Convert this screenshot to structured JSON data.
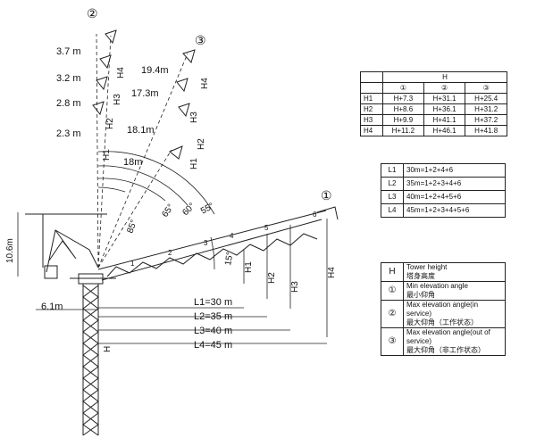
{
  "positions": {
    "p1": "①",
    "p2": "②",
    "p3": "③"
  },
  "hook_heights": {
    "h37": "3.7 m",
    "h32": "3.2 m",
    "h28": "2.8 m",
    "h23": "2.3 m"
  },
  "jib_lengths": {
    "j194": "19.4m",
    "j173": "17.3m",
    "j181": "18.1m",
    "j18": "18m"
  },
  "angles": {
    "a85": "85°",
    "a65": "65°",
    "a60": "60°",
    "a55": "55°",
    "a15": "15°"
  },
  "h_labels": {
    "h1": "H1",
    "h2": "H2",
    "h3": "H3",
    "h4": "H4",
    "h": "H"
  },
  "dims": {
    "height": "10.6m",
    "counter_jib": "6.1m"
  },
  "segments": [
    "1",
    "2",
    "3",
    "4",
    "5",
    "6"
  ],
  "radii": {
    "l1": "L1=30 m",
    "l2": "L2=35 m",
    "l3": "L3=40 m",
    "l4": "L4=45 m"
  },
  "h_table": {
    "title": "H",
    "cols": [
      "①",
      "②",
      "③"
    ],
    "rows": [
      {
        "label": "H1",
        "v": [
          "H+7.3",
          "H+31.1",
          "H+25.4"
        ]
      },
      {
        "label": "H2",
        "v": [
          "H+8.6",
          "H+36.1",
          "H+31.2"
        ]
      },
      {
        "label": "H3",
        "v": [
          "H+9.9",
          "H+41.1",
          "H+37.2"
        ]
      },
      {
        "label": "H4",
        "v": [
          "H+11.2",
          "H+46.1",
          "H+41.8"
        ]
      }
    ]
  },
  "l_table": [
    {
      "label": "L1",
      "value": "30m=1+2+4+6"
    },
    {
      "label": "L2",
      "value": "35m=1+2+3+4+6"
    },
    {
      "label": "L3",
      "value": "40m=1+2+4+5+6"
    },
    {
      "label": "L4",
      "value": "45m=1+2+3+4+5+6"
    }
  ],
  "legend": [
    {
      "sym": "H",
      "en": "Tower height",
      "cn": "塔身高度"
    },
    {
      "sym": "①",
      "en": "Min elevation angle",
      "cn": "最小仰角"
    },
    {
      "sym": "②",
      "en": "Max elevation angle(in service)",
      "cn": "最大仰角（工作状态）"
    },
    {
      "sym": "③",
      "en": "Max elevation angle(out of service)",
      "cn": "最大仰角（非工作状态）"
    }
  ]
}
